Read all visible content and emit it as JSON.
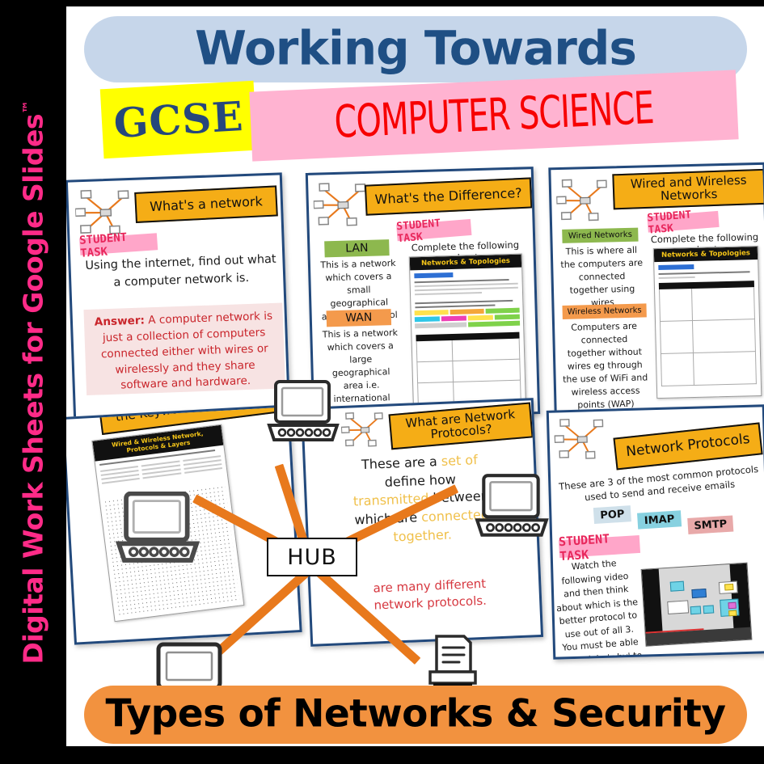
{
  "product": {
    "side_banner": "Digital Work Sheets for Google Slides",
    "side_banner_tm": "™",
    "header_line1": "Working Towards",
    "header_badge": "GCSE",
    "header_subject": "COMPUTER SCIENCE",
    "footer_title": "Types of Networks & Security"
  },
  "colors": {
    "header_blue": "#c6d6ea",
    "header_navy": "#1f4f84",
    "badge_yellow": "#ffff00",
    "subject_pink": "#ffb3d1",
    "subject_red": "#f70000",
    "footer_orange": "#f2923f",
    "side_pink": "#ff2b88",
    "card_border": "#22497c",
    "title_yellow": "#f5ad16",
    "task_pink": "#ffa6c9",
    "task_text": "#e8275c",
    "lan_green": "#8db84e",
    "wan_orange": "#f49a4c",
    "connector_orange": "#e8791c",
    "answer_bg": "#f7e3e3",
    "answer_text": "#c9252b"
  },
  "slides": [
    {
      "id": "whats-a-network",
      "title": "What's a network",
      "task_label": "STUDENT TASK",
      "task_text": "Using the internet, find out what a computer network is.",
      "answer_label": "Answer:",
      "answer_text": "A computer network is just a collection of computers connected either with wires or wirelessly and they share software and hardware."
    },
    {
      "id": "whats-the-difference",
      "title": "What's the Difference?",
      "task_label": "STUDENT TASK",
      "task_text": "Complete the following sheet",
      "terms": [
        {
          "label": "LAN",
          "color": "#8db84e",
          "text": "This is a network which covers a small geographical area i.e. a school"
        },
        {
          "label": "WAN",
          "color": "#f49a4c",
          "text": "This is a network which covers a large geographical area i.e. international company"
        }
      ],
      "worksheet_title": "Networks & Topologies"
    },
    {
      "id": "wired-and-wireless-networks",
      "title": "Wired and Wireless Networks",
      "task_label": "STUDENT TASK",
      "task_text": "Complete the following sheet",
      "terms": [
        {
          "label": "Wired Networks",
          "color": "#8db84e",
          "text": "This is where all the computers are connected together using wires"
        },
        {
          "label": "Wireless Networks",
          "color": "#f49a4c",
          "text": "Computers are connected together without wires eg through the use of WiFi and wireless access points (WAP)"
        }
      ],
      "worksheet_title": "Networks & Topologies"
    },
    {
      "id": "keywords-in-the-grid",
      "title": "the Keywords in the grid",
      "worksheet_title": "Wired & Wireless Network, Protocols & Layers"
    },
    {
      "id": "what-are-network-protocols",
      "title": "What are Network Protocols?",
      "body_line1": "These are a",
      "body_line1b": "set of",
      "body_line2": "define how",
      "body_line3a": "transmitted",
      "body_line3b": "between",
      "body_line4a": "which",
      "body_line4b": "are",
      "body_line4c": "connected",
      "body_line5": "together.",
      "note_a": "are many different",
      "note_b": "network protocols."
    },
    {
      "id": "network-protocols",
      "title": "Network Protocols",
      "intro": "These are  3 of the most common protocols used to send and receive emails",
      "protocols": [
        {
          "name": "POP",
          "color": "#cfe0ea"
        },
        {
          "name": "IMAP",
          "color": "#87d1e0"
        },
        {
          "name": "SMTP",
          "color": "#e8a9a9"
        }
      ],
      "task_label": "STUDENT TASK",
      "task_text": "Watch the following video and then think about which is the better protocol to use out of all 3. You must be able to explain 'why' to your teacher."
    }
  ],
  "diagram": {
    "hub_label": "HUB",
    "devices": [
      "laptop-top",
      "laptop-left",
      "laptop-right",
      "monitor-bottom-left",
      "printer-bottom-right"
    ],
    "connector_count": 5
  }
}
